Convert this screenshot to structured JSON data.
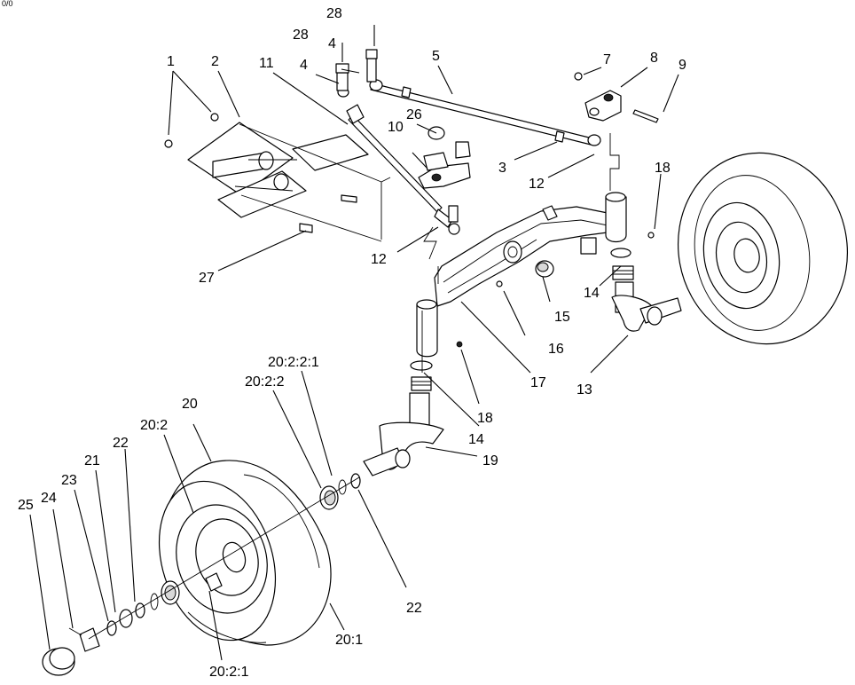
{
  "corner_text": "0/0",
  "callouts": [
    {
      "id": "c28a",
      "text": "28"
    },
    {
      "id": "c28b",
      "text": "28"
    },
    {
      "id": "c4a",
      "text": "4"
    },
    {
      "id": "c4b",
      "text": "4"
    },
    {
      "id": "c5",
      "text": "5"
    },
    {
      "id": "c7",
      "text": "7"
    },
    {
      "id": "c8",
      "text": "8"
    },
    {
      "id": "c9",
      "text": "9"
    },
    {
      "id": "c1",
      "text": "1"
    },
    {
      "id": "c2",
      "text": "2"
    },
    {
      "id": "c11",
      "text": "11"
    },
    {
      "id": "c26",
      "text": "26"
    },
    {
      "id": "c10",
      "text": "10"
    },
    {
      "id": "c3",
      "text": "3"
    },
    {
      "id": "c12a",
      "text": "12"
    },
    {
      "id": "c18a",
      "text": "18"
    },
    {
      "id": "c12b",
      "text": "12"
    },
    {
      "id": "c27",
      "text": "27"
    },
    {
      "id": "c14a",
      "text": "14"
    },
    {
      "id": "c15",
      "text": "15"
    },
    {
      "id": "c16",
      "text": "16"
    },
    {
      "id": "c17",
      "text": "17"
    },
    {
      "id": "c13",
      "text": "13"
    },
    {
      "id": "c18b",
      "text": "18"
    },
    {
      "id": "c14b",
      "text": "14"
    },
    {
      "id": "c19",
      "text": "19"
    },
    {
      "id": "c20_2_2_1",
      "text": "20:2:2:1"
    },
    {
      "id": "c20_2_2",
      "text": "20:2:2"
    },
    {
      "id": "c20",
      "text": "20"
    },
    {
      "id": "c20_2",
      "text": "20:2"
    },
    {
      "id": "c22a",
      "text": "22"
    },
    {
      "id": "c21",
      "text": "21"
    },
    {
      "id": "c23",
      "text": "23"
    },
    {
      "id": "c24",
      "text": "24"
    },
    {
      "id": "c25",
      "text": "25"
    },
    {
      "id": "c22b",
      "text": "22"
    },
    {
      "id": "c20_1",
      "text": "20:1"
    },
    {
      "id": "c20_2_1",
      "text": "20:2:1"
    }
  ]
}
